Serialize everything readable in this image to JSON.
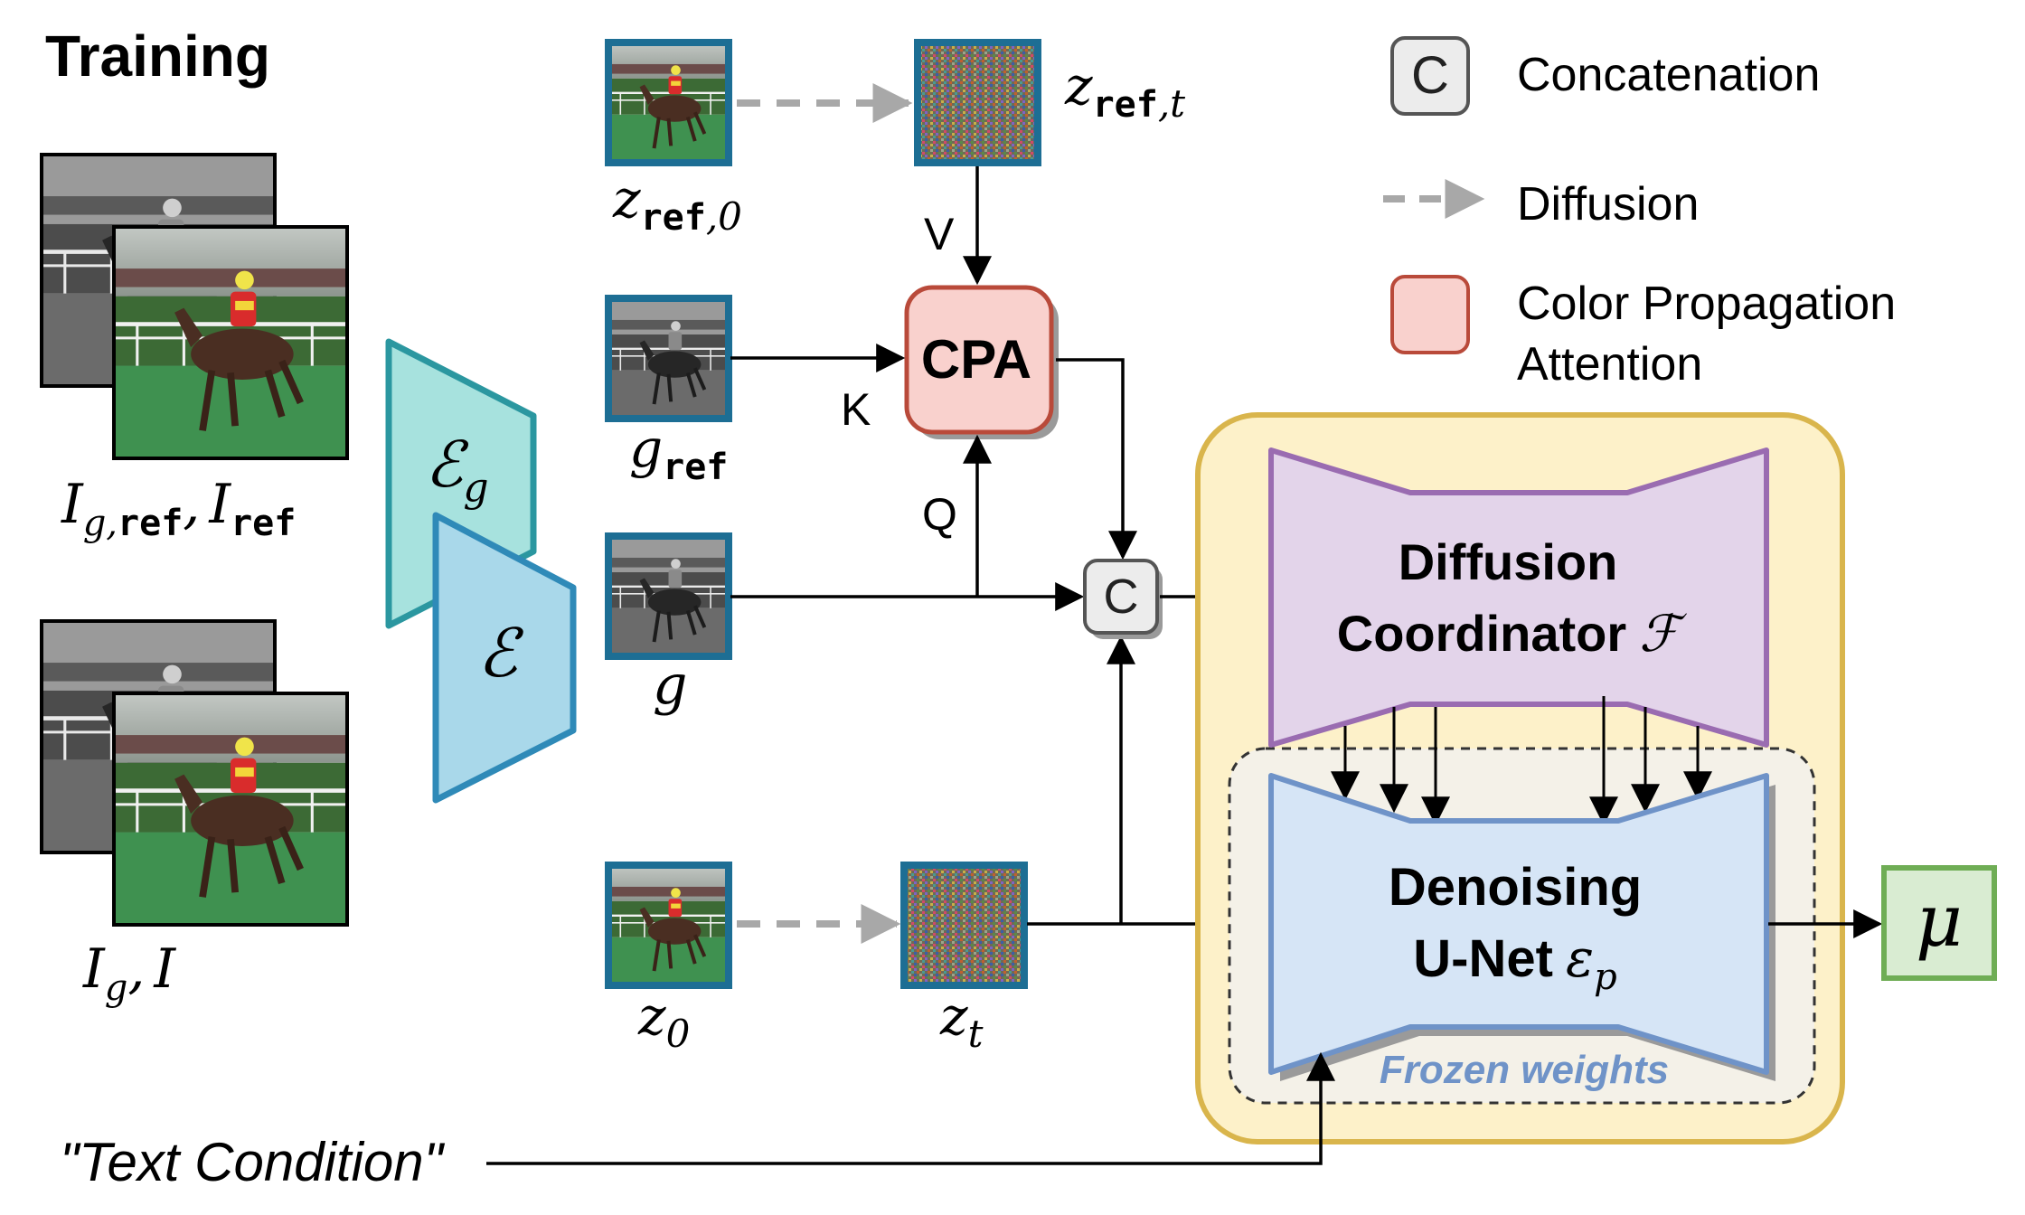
{
  "title": "Training",
  "legend": {
    "concat_symbol": "C",
    "concat_label": "Concatenation",
    "diffusion_label": "Diffusion",
    "cpa_label_line1": "Color Propagation",
    "cpa_label_line2": "Attention"
  },
  "inputs": {
    "ref_pair": {
      "a_italic": "I",
      "a_sub_italic": "g,",
      "a_sub_mono": "ref",
      "sep": ",",
      "b_italic": "I",
      "b_sub_mono": "ref"
    },
    "target_pair": {
      "a_italic": "I",
      "a_sub_italic": "g",
      "sep": ",",
      "b_italic": "I"
    }
  },
  "encoders": {
    "eg_main": "ℰ",
    "eg_sub": "g",
    "e_main": "ℰ"
  },
  "latents": {
    "z_ref_0": {
      "main": "z",
      "sub_mono": "ref",
      "sub_rest": ",0"
    },
    "z_ref_t": {
      "main": "z",
      "sub_mono": "ref",
      "sub_rest": ",t"
    },
    "g_ref": {
      "main": "g",
      "sub_mono": "ref"
    },
    "g": {
      "main": "g"
    },
    "z_0": {
      "main": "z",
      "sub": "0"
    },
    "z_t": {
      "main": "z",
      "sub": "t"
    }
  },
  "attention": {
    "v": "V",
    "k": "K",
    "q": "Q",
    "cpa": "CPA"
  },
  "concat_node": "C",
  "coordinator": {
    "line1": "Diffusion",
    "line2": "Coordinator",
    "symbol": "ℱ"
  },
  "unet": {
    "line1": "Denoising",
    "line2": "U-Net",
    "symbol": "ε",
    "symbol_sub": "p",
    "frozen": "Frozen weights"
  },
  "output": {
    "symbol": "μ"
  },
  "text_condition": "\"Text Condition\"",
  "colors": {
    "thumb_border": "#1d6e94",
    "cpa_fill": "#f9d1cd",
    "cpa_stroke": "#b94a3a",
    "yellow_fill": "#fdf1c9",
    "yellow_stroke": "#d9b54c",
    "coord_fill": "#e3d4ea",
    "coord_stroke": "#9a6cb1",
    "unet_fill": "#d6e5f6",
    "unet_stroke": "#6f93c8",
    "mu_fill": "#d9ecd2",
    "mu_stroke": "#6fad55",
    "enc_g_fill": "#a7e2de",
    "enc_fill": "#a9d8ea",
    "diffusion_arrow": "#a8a8a8",
    "frozen_text": "#6f93c8"
  }
}
